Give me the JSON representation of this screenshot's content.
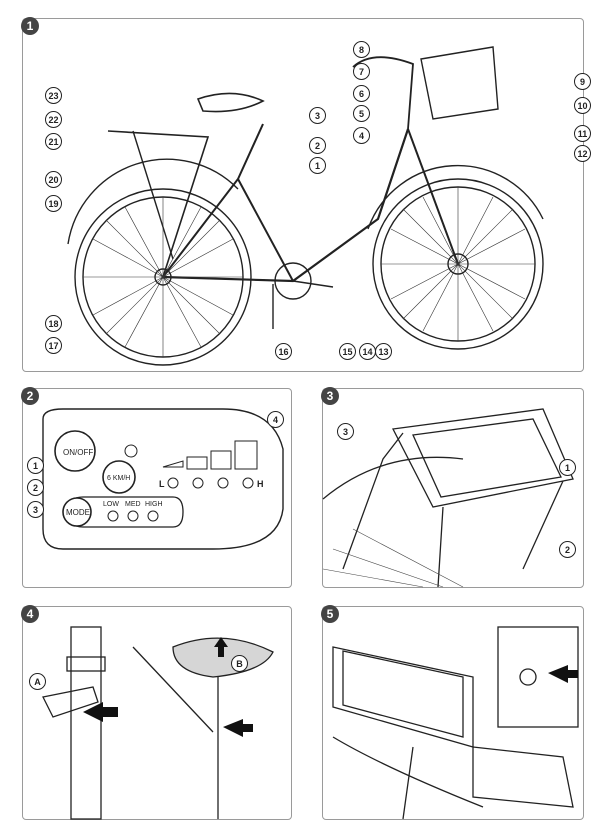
{
  "figures": [
    {
      "number": "1"
    },
    {
      "number": "2"
    },
    {
      "number": "3"
    },
    {
      "number": "4"
    },
    {
      "number": "5"
    }
  ],
  "fig1_callouts": [
    "1",
    "2",
    "3",
    "4",
    "5",
    "6",
    "7",
    "8",
    "9",
    "10",
    "11",
    "12",
    "13",
    "14",
    "15",
    "16",
    "17",
    "18",
    "19",
    "20",
    "21",
    "22",
    "23"
  ],
  "fig2": {
    "callouts": [
      "1",
      "2",
      "3",
      "4"
    ],
    "onoff_label": "ON/OFF",
    "speed_label": "6 KM/H",
    "mode_label": "MODE",
    "level_low": "LOW",
    "level_med": "MED",
    "level_high": "HIGH",
    "assist_l": "L",
    "assist_h": "H"
  },
  "fig3_callouts": [
    "1",
    "2",
    "3"
  ],
  "fig4_markers": [
    "A",
    "B"
  ]
}
